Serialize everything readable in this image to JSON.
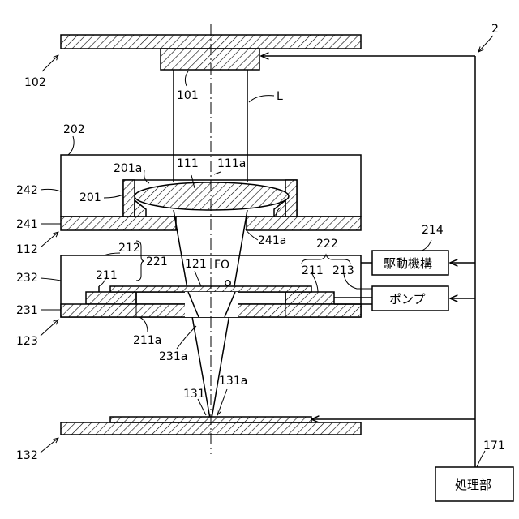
{
  "labels": {
    "system": "2",
    "light_source": "102",
    "emitter": "101",
    "beam": "L",
    "upper_housing": "202",
    "lens_holder_face": "201a",
    "lens": "111",
    "lens_face": "111a",
    "lens_holder_num": "201",
    "upper_frame": "242",
    "upper_base": "241",
    "optical_unit": "112",
    "upper_base_hole": "241a",
    "drive_num": "214",
    "drive_mechanism": "駆動機構",
    "group_212": "212",
    "group_221": "221",
    "group_222": "222",
    "lower_frame": "232",
    "plate_left": "211",
    "sample_121": "121",
    "focus_point": "FO",
    "plate_right": "211",
    "pump_num": "213",
    "pump": "ポンプ",
    "lower_base": "231",
    "stage_unit": "123",
    "plate_hole": "211a",
    "base_hole": "231a",
    "target_face": "131a",
    "target": "131",
    "target_stage": "132",
    "processor_num": "171",
    "processor": "処理部"
  }
}
